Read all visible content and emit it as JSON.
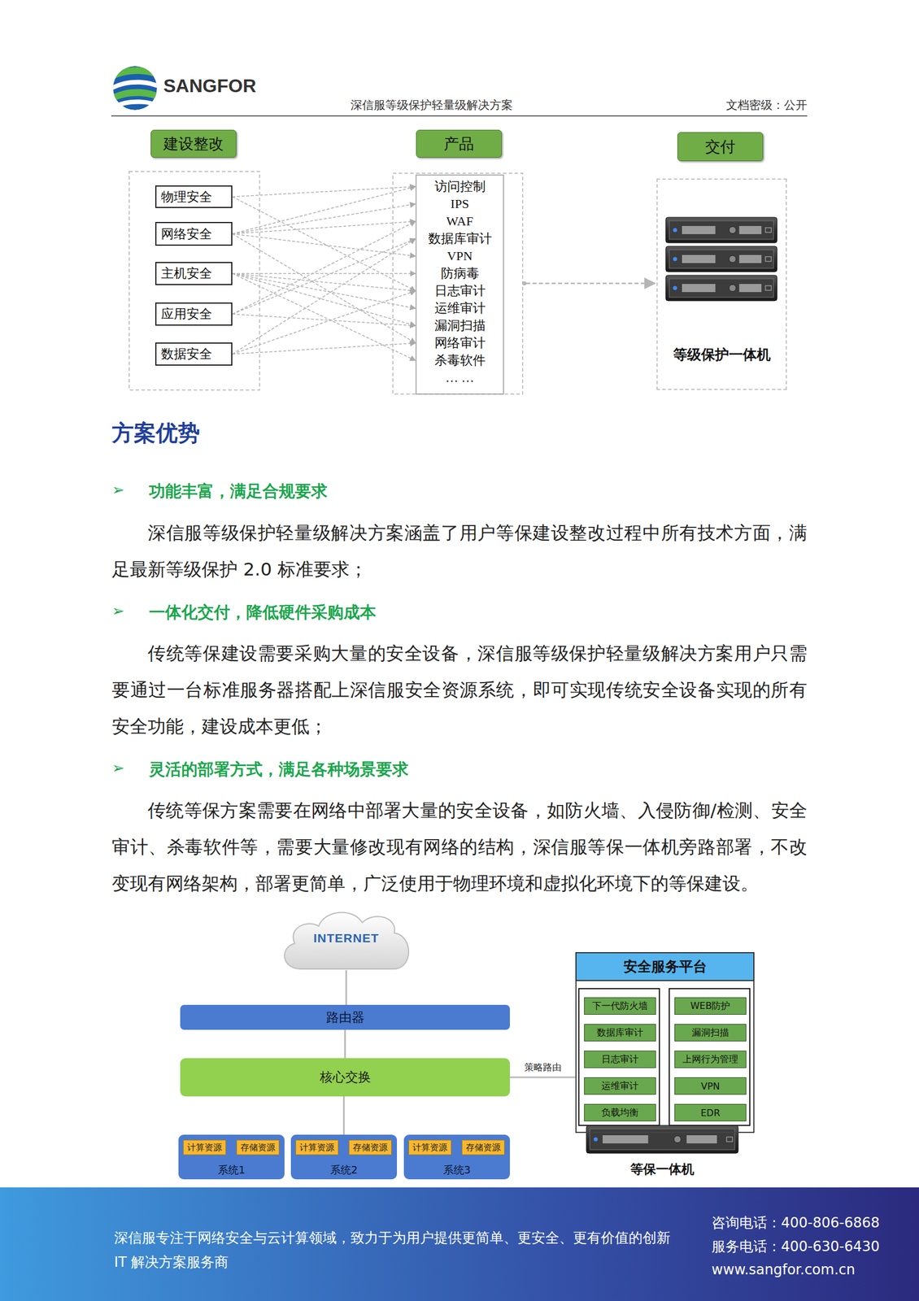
{
  "diagram": {
    "nodes": [
      {
        "text": [
          "建设整改"
        ]
      },
      {
        "text": [
          "产品"
        ]
      },
      {
        "text": [
          "交付"
        ]
      },
      {
        "text": [
          "物理安全"
        ]
      },
      {
        "text": [
          "网络安全"
        ]
      },
      {
        "text": [
          "主机安全"
        ]
      },
      {
        "text": [
          "应用安全"
        ]
      },
      {
        "text": [
          "数据安全"
        ]
      },
      {
        "text": [
          "访问控制"
        ]
      },
      {
        "text": [
          "IPS"
        ]
      },
      {
        "text": [
          "WAF"
        ]
      },
      {
        "text": [
          "数据库审计"
        ]
      },
      {
        "text": [
          "VPN"
        ]
      },
      {
        "text": [
          "防病毒"
        ]
      },
      {
        "text": [
          "日志审计"
        ]
      },
      {
        "text": [
          "运维审计"
        ]
      },
      {
        "text": [
          "漏洞扫描"
        ]
      },
      {
        "text": [
          "网络审计"
        ]
      },
      {
        "text": [
          "杀毒软件"
        ]
      },
      {
        "text": [
          "… …"
        ]
      },
      {
        "text": [
          "等级保护一体机"
        ]
      },
      {
        "text": [
          "INTERNET"
        ]
      },
      {
        "text": [
          "路由器"
        ]
      },
      {
        "text": [
          "核心交换"
        ]
      },
      {
        "text": [
          "系统1"
        ]
      },
      {
        "text": [
          "计算资源"
        ],
        "in": 24
      },
      {
        "text": [
          "存储资源"
        ],
        "in": 24
      },
      {
        "text": [
          "系统2"
        ]
      },
      {
        "text": [
          "计算资源"
        ],
        "in": 27
      },
      {
        "text": [
          "存储资源"
        ],
        "in": 27
      },
      {
        "text": [
          "系统3"
        ]
      },
      {
        "text": [
          "计算资源"
        ],
        "in": 30
      },
      {
        "text": [
          "存储资源"
        ],
        "in": 30
      },
      {
        "text": [
          "安全服务平台"
        ]
      },
      {
        "text": [
          "下一代防火墙"
        ],
        "in": 33
      },
      {
        "text": [
          "WEB防护"
        ],
        "in": 33
      },
      {
        "text": [
          "数据库审计"
        ],
        "in": 33
      },
      {
        "text": [
          "漏洞扫描"
        ],
        "in": 33
      },
      {
        "text": [
          "日志审计"
        ],
        "in": 33
      },
      {
        "text": [
          "上网行为管理"
        ],
        "in": 33
      },
      {
        "text": [
          "运维审计"
        ],
        "in": 33
      },
      {
        "text": [
          "VPN"
        ],
        "in": 33
      },
      {
        "text": [
          "负载均衡"
        ],
        "in": 33
      },
      {
        "text": [
          "EDR"
        ],
        "in": 33
      },
      {
        "text": [
          "等保一体机"
        ]
      }
    ],
    "edges": [
      {
        "from": 3,
        "to": 8,
        "arrow": "to"
      },
      {
        "from": 3,
        "to": 14,
        "arrow": "to"
      },
      {
        "from": 4,
        "to": 8,
        "arrow": "to"
      },
      {
        "from": 4,
        "to": 9,
        "arrow": "to"
      },
      {
        "from": 4,
        "to": 10,
        "arrow": "to"
      },
      {
        "from": 4,
        "to": 12,
        "arrow": "to"
      },
      {
        "from": 4,
        "to": 17,
        "arrow": "to"
      },
      {
        "from": 5,
        "to": 13,
        "arrow": "to"
      },
      {
        "from": 5,
        "to": 14,
        "arrow": "to"
      },
      {
        "from": 5,
        "to": 15,
        "arrow": "to"
      },
      {
        "from": 5,
        "to": 16,
        "arrow": "to"
      },
      {
        "from": 5,
        "to": 18,
        "arrow": "to"
      },
      {
        "from": 6,
        "to": 10,
        "arrow": "to"
      },
      {
        "from": 6,
        "to": 11,
        "arrow": "to"
      },
      {
        "from": 6,
        "to": 16,
        "arrow": "to"
      },
      {
        "from": 7,
        "to": 11,
        "arrow": "to"
      },
      {
        "from": 7,
        "to": 14,
        "arrow": "to"
      },
      {
        "from": 7,
        "to": 17,
        "arrow": "to"
      },
      {
        "from": 21,
        "to": 22,
        "arrow": "none"
      },
      {
        "from": 22,
        "to": 23,
        "arrow": "none"
      },
      {
        "from": 23,
        "to": 27,
        "arrow": "none"
      },
      {
        "from": 23,
        "to": 33,
        "label": "策略路由",
        "arrow": "none"
      }
    ],
    "labels": [
      "SANGFOR",
      "深信服等级保护轻量级解决方案",
      "文档密级：公开",
      "方案优势",
      "➢",
      "功能丰富，满足合规要求",
      "深信服等级保护轻量级解决方案涵盖了用户等保建设整改过程中所有技术方面，满足最新等级保护 2.0 标准要求；",
      "➢",
      "一体化交付，降低硬件采购成本",
      "传统等保建设需要采购大量的安全设备，深信服等级保护轻量级解决方案用户只需要通过一台标准服务器搭配上深信服安全资源系统，即可实现传统安全设备实现的所有安全功能，建设成本更低；",
      "➢",
      "灵活的部署方式，满足各种场景要求",
      "传统等保方案需要在网络中部署大量的安全设备，如防火墙、入侵防御/检测、安全审计、杀毒软件等，需要大量修改现有网络的结构，深信服等保一体机旁路部署，不改变现有网络架构，部署更简单，广泛使用于物理环境和虚拟化环境下的等保建设。",
      "深信服专注于网络安全与云计算领域，致力于为用户提供更简单、更安全、更有价值的创新",
      "IT 解决方案服务商",
      "咨询电话：400-806-6868",
      "服务电话：400-630-6430",
      "www.sangfor.com.cn"
    ]
  }
}
